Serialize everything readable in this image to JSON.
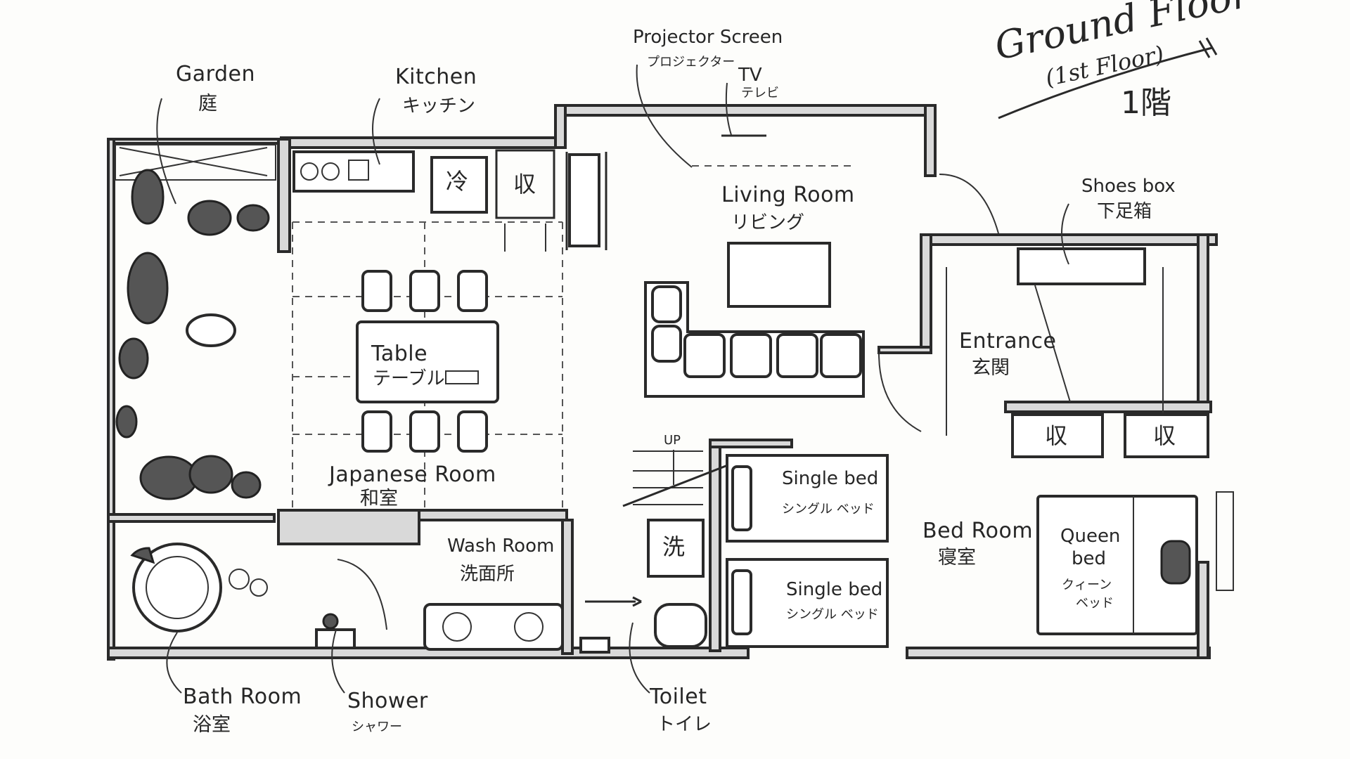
{
  "title": {
    "english": "Ground Floor",
    "sub": "(1st Floor)",
    "japanese": "1階"
  },
  "rooms": {
    "garden": {
      "en": "Garden",
      "jp": "庭"
    },
    "kitchen": {
      "en": "Kitchen",
      "jp": "キッチン"
    },
    "projector": {
      "en": "Projector Screen",
      "jp": "プロジェクター"
    },
    "tv": {
      "en": "TV",
      "jp": "テレビ"
    },
    "living": {
      "en": "Living Room",
      "jp": "リビング"
    },
    "shoes": {
      "en": "Shoes box",
      "jp": "下足箱"
    },
    "entrance": {
      "en": "Entrance",
      "jp": "玄関"
    },
    "table": {
      "en": "Table",
      "jp": "テーブル"
    },
    "japanese_room": {
      "en": "Japanese Room",
      "jp": "和室"
    },
    "wash_room": {
      "en": "Wash Room",
      "jp": "洗面所"
    },
    "single_bed_1": {
      "en": "Single bed",
      "jp": "シングル ベッド"
    },
    "single_bed_2": {
      "en": "Single bed",
      "jp": "シングル ベッド"
    },
    "bed_room": {
      "en": "Bed Room",
      "jp": "寝室"
    },
    "queen_bed": {
      "en1": "Queen",
      "en2": "bed",
      "jp1": "クィーン",
      "jp2": "ベッド"
    },
    "bath_room": {
      "en": "Bath Room",
      "jp": "浴室"
    },
    "shower": {
      "en": "Shower",
      "jp": "シャワー"
    },
    "toilet": {
      "en": "Toilet",
      "jp": "トイレ"
    }
  },
  "marks": {
    "fridge": "冷",
    "storage": "収",
    "washer": "洗",
    "up": "UP"
  }
}
